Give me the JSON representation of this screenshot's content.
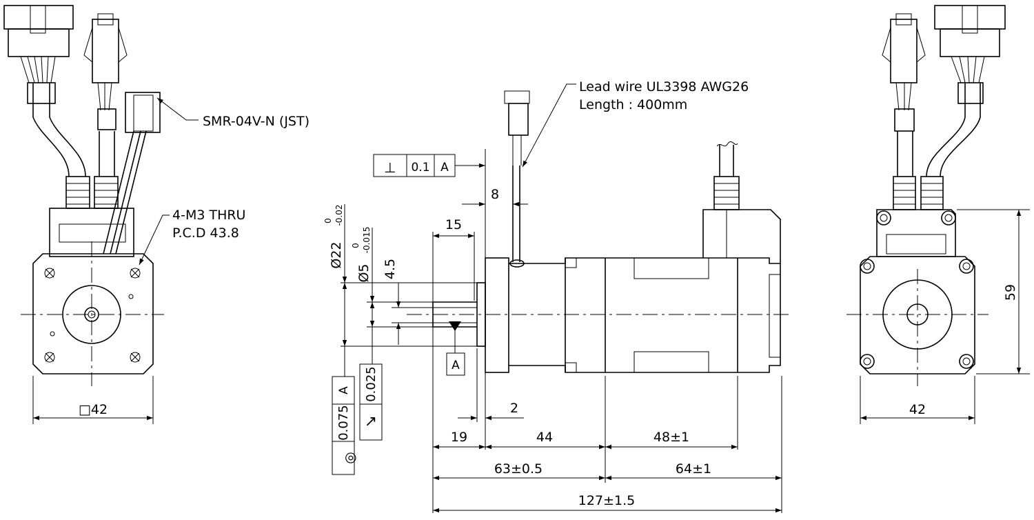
{
  "callouts": {
    "connector": "SMR-04V-N (JST)",
    "mount_holes_line1": "4-M3 THRU",
    "mount_holes_line2": "P.C.D 43.8",
    "lead_wire_line1": "Lead wire UL3398 AWG26",
    "lead_wire_line2": "Length : 400mm"
  },
  "tolerances": {
    "perpendicularity_symbol": "⊥",
    "perpendicularity_value": "0.1",
    "perpendicularity_datum": "A",
    "datum_label": "A",
    "concentricity_symbol": "◎",
    "concentricity_value": "0.075",
    "concentricity_datum": "A",
    "runout_symbol": "↗",
    "runout_value": "0.025"
  },
  "dimensions": {
    "flange_square": "□42",
    "side_width": "42",
    "side_height": "59",
    "pilot_diameter": "Ø22",
    "pilot_tol_upper": "0",
    "pilot_tol_lower": "-0.02",
    "shaft_diameter": "Ø5",
    "shaft_tol_upper": "0",
    "shaft_tol_lower": "-0.015",
    "flat_depth": "4.5",
    "flat_length": "15",
    "lead_offset": "8",
    "pilot_length": "2",
    "shaft_length": "19",
    "body_44": "44",
    "body_48": "48±1",
    "front_total": "63±0.5",
    "rear_total": "64±1",
    "overall": "127±1.5"
  }
}
